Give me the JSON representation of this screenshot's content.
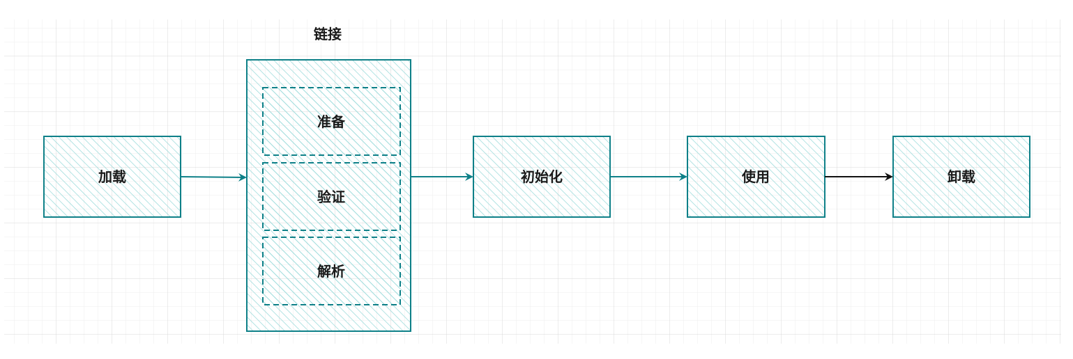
{
  "colors": {
    "stroke": "#0e8088",
    "hatch": "#9fdcdc",
    "arrow": "#0e8088",
    "arrow_last": "#111111",
    "grid_major": "#d8d8d8",
    "grid_minor": "#ededed"
  },
  "group": {
    "title": "链接",
    "steps": [
      {
        "label": "准备"
      },
      {
        "label": "验证"
      },
      {
        "label": "解析"
      }
    ]
  },
  "nodes": {
    "load": {
      "label": "加载"
    },
    "init": {
      "label": "初始化"
    },
    "use": {
      "label": "使用"
    },
    "unload": {
      "label": "卸载"
    }
  }
}
